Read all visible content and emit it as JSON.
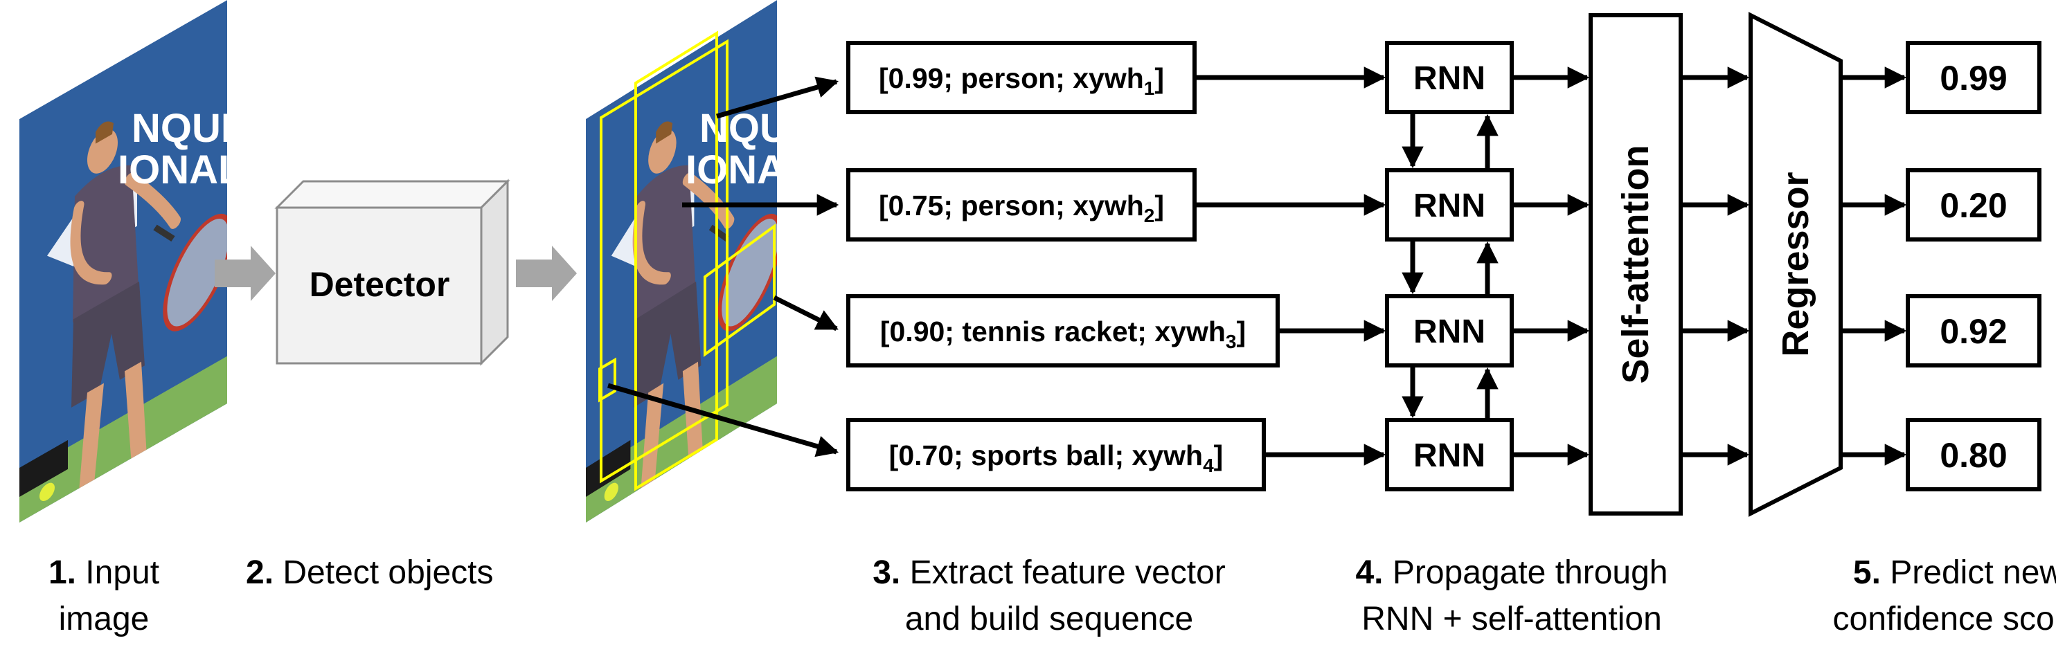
{
  "image_text": {
    "banner_line1": "NQUE",
    "banner_line2": "IONALE"
  },
  "detector": {
    "label": "Detector"
  },
  "features": [
    {
      "prefix": "[0.99; person; xywh",
      "sub": "1",
      "suffix": "]"
    },
    {
      "prefix": "[0.75; person; xywh",
      "sub": "2",
      "suffix": "]"
    },
    {
      "prefix": "[0.90; tennis racket; xywh",
      "sub": "3",
      "suffix": "]"
    },
    {
      "prefix": "[0.70; sports ball; xywh",
      "sub": "4",
      "suffix": "]"
    }
  ],
  "rnn_label": "RNN",
  "self_attention_label": "Self-attention",
  "regressor_label": "Regressor",
  "scores": [
    "0.99",
    "0.20",
    "0.92",
    "0.80"
  ],
  "steps": [
    {
      "num": "1.",
      "line1": " Input",
      "line2": "image"
    },
    {
      "num": "2.",
      "line1": " Detect objects",
      "line2": ""
    },
    {
      "num": "3.",
      "line1": " Extract feature vector",
      "line2": "and build sequence"
    },
    {
      "num": "4.",
      "line1": " Propagate through",
      "line2": "RNN + self-attention"
    },
    {
      "num": "5.",
      "line1": " Predict new",
      "line2": "confidence score"
    }
  ],
  "colors": {
    "sky_blue": "#2f5f9e",
    "court_green": "#7fb35a",
    "bbox_yellow": "#ffff00",
    "detector_fill": "#f2f2f2",
    "arrow_gray": "#a6a6a6"
  }
}
